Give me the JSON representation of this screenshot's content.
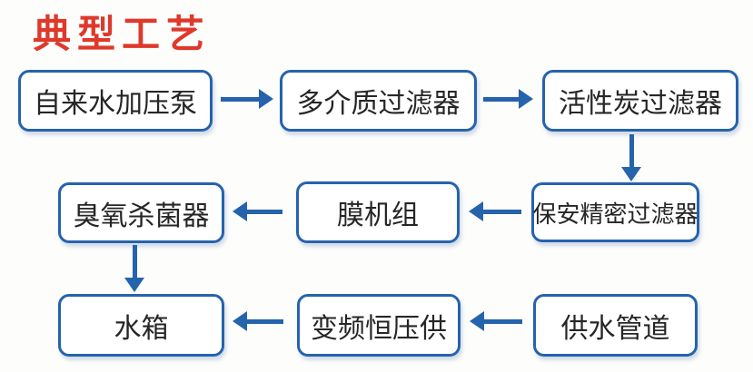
{
  "title": {
    "text": "典型工艺"
  },
  "colors": {
    "title_red": "#de392b",
    "line_blue": "#2563ac",
    "node_text": "#262626",
    "node_background": "#ffffff"
  },
  "flow": {
    "nodes": {
      "tap_water_pump": {
        "label": "自来水加压泵"
      },
      "multimedia_filter": {
        "label": "多介质过滤器"
      },
      "activated_carbon_filter": {
        "label": "活性炭过滤器"
      },
      "security_precision_filter": {
        "label": "保安精密过滤器"
      },
      "membrane_unit": {
        "label": "膜机组"
      },
      "ozone_sterilizer": {
        "label": "臭氧杀菌器"
      },
      "water_tank": {
        "label": "水箱"
      },
      "vfd_constant_pressure_supply": {
        "label": "变频恒压供"
      },
      "water_supply_pipeline": {
        "label": "供水管道"
      }
    },
    "edges": [
      {
        "from": "tap_water_pump",
        "to": "multimedia_filter",
        "direction": "right"
      },
      {
        "from": "multimedia_filter",
        "to": "activated_carbon_filter",
        "direction": "right"
      },
      {
        "from": "activated_carbon_filter",
        "to": "security_precision_filter",
        "direction": "down"
      },
      {
        "from": "security_precision_filter",
        "to": "membrane_unit",
        "direction": "left"
      },
      {
        "from": "membrane_unit",
        "to": "ozone_sterilizer",
        "direction": "left"
      },
      {
        "from": "ozone_sterilizer",
        "to": "water_tank",
        "direction": "down"
      },
      {
        "from": "water_supply_pipeline",
        "to": "vfd_constant_pressure_supply",
        "direction": "left"
      },
      {
        "from": "vfd_constant_pressure_supply",
        "to": "water_tank",
        "direction": "left"
      }
    ]
  }
}
